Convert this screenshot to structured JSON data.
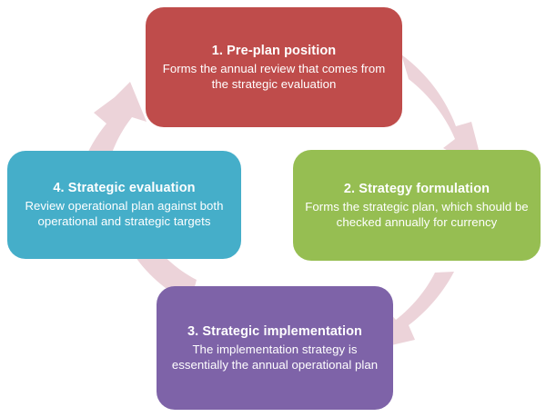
{
  "diagram": {
    "type": "cyclical-process",
    "title_visible": false,
    "direction": "clockwise",
    "arrow_color": "#ecd3d9",
    "background": "#ffffff",
    "arrow_count": 4,
    "arrows": [
      {
        "name": "arrow-4-to-1",
        "from": "4. Strategic evaluation",
        "to": "1. Pre-plan position",
        "position": "top-left"
      },
      {
        "name": "arrow-1-to-2",
        "from": "1. Pre-plan position",
        "to": "2. Strategy formulation",
        "position": "top-right"
      },
      {
        "name": "arrow-2-to-3",
        "from": "2. Strategy formulation",
        "to": "3. Strategic implementation",
        "position": "bottom-right"
      },
      {
        "name": "arrow-3-to-4",
        "from": "3. Strategic implementation",
        "to": "4. Strategic evaluation",
        "position": "bottom-left"
      }
    ],
    "nodes": [
      {
        "id": "node-1",
        "step": "1.",
        "title": "1. Pre-plan position",
        "description": "Forms the annual review that comes from the strategic evaluation",
        "color": "#bf4c4b",
        "text_color": "#ffffff",
        "position": "top"
      },
      {
        "id": "node-2",
        "step": "2.",
        "title": "2. Strategy formulation",
        "description": "Forms the strategic plan, which should be checked annually for currency",
        "color": "#96be52",
        "text_color": "#ffffff",
        "position": "right"
      },
      {
        "id": "node-3",
        "step": "3.",
        "title": "3. Strategic implementation",
        "description": "The implementation strategy is essentially the annual operational plan",
        "color": "#7e63a8",
        "text_color": "#ffffff",
        "position": "bottom"
      },
      {
        "id": "node-4",
        "step": "4.",
        "title": "4. Strategic evaluation",
        "description": "Review operational plan against both operational and strategic targets",
        "color": "#45aec9",
        "text_color": "#ffffff",
        "position": "left"
      }
    ]
  }
}
